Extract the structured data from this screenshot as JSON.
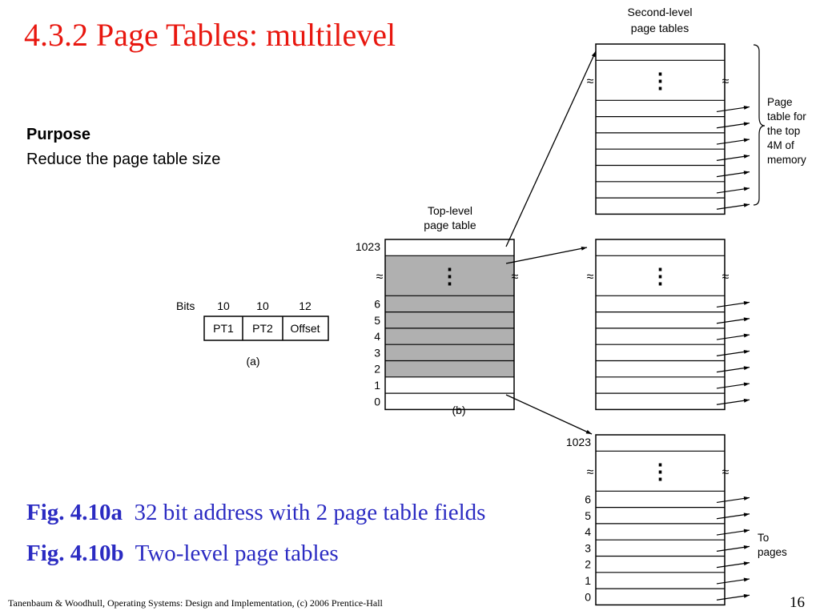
{
  "slide": {
    "title": "4.3.2  Page Tables: multilevel",
    "purpose_heading": "Purpose",
    "purpose_text": "Reduce the page table size",
    "caption_a_label": "Fig. 4.10a",
    "caption_a_text": "32 bit address with 2 page table fields",
    "caption_b_label": "Fig. 4.10b",
    "caption_b_text": "Two-level page tables",
    "footer": "Tanenbaum & Woodhull, Operating Systems: Design and Implementation, (c) 2006 Prentice-Hall",
    "page_number": "16"
  },
  "figure_a": {
    "bits_label": "Bits",
    "fields": [
      {
        "name": "PT1",
        "bits": "10"
      },
      {
        "name": "PT2",
        "bits": "10"
      },
      {
        "name": "Offset",
        "bits": "12"
      }
    ],
    "caption": "(a)"
  },
  "figure_b": {
    "caption": "(b)",
    "top_level_title_1": "Top-level",
    "top_level_title_2": "page table",
    "second_level_title_1": "Second-level",
    "second_level_title_2": "page tables",
    "row_labels": [
      "1023",
      "6",
      "5",
      "4",
      "3",
      "2",
      "1",
      "0"
    ],
    "ellipsis": "⋮",
    "break_mark": "≈",
    "brace_label": [
      "Page",
      "table for",
      "the top",
      "4M of",
      "memory"
    ],
    "to_pages_label": [
      "To",
      "pages"
    ],
    "colors": {
      "shaded_row": "#b0b0b0",
      "line": "#000000"
    }
  }
}
